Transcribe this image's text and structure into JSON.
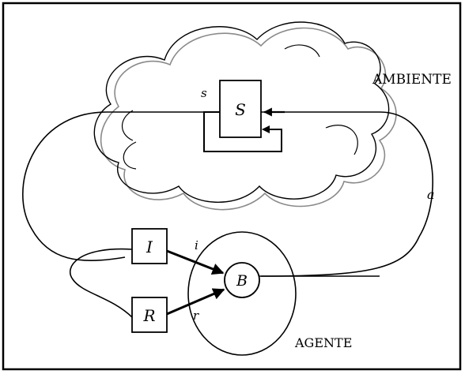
{
  "labels": {
    "environment": "AMBIENTE",
    "agent": "AGENTE",
    "edge_s": "s",
    "edge_a": "a",
    "edge_i": "i",
    "edge_r": "r"
  },
  "boxes": {
    "S": "S",
    "I": "I",
    "R": "R",
    "B": "B"
  }
}
